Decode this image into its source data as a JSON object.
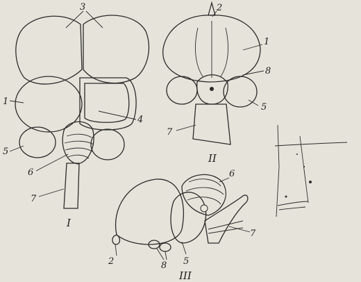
{
  "figure": {
    "views": [
      {
        "numeral": "I"
      },
      {
        "numeral": "II"
      },
      {
        "numeral": "III"
      }
    ],
    "view1_labels": {
      "l1": "1",
      "l3": "3",
      "l4": "4",
      "l5": "5",
      "l6": "6",
      "l7": "7"
    },
    "view2_labels": {
      "l1": "1",
      "l2": "2",
      "l5": "5",
      "l7": "7",
      "l8": "8"
    },
    "view3_labels": {
      "l2": "2",
      "l5": "5",
      "l6": "6",
      "l7": "7",
      "l8": "8"
    },
    "colors": {
      "paper": "#e6e3da",
      "ink": "#2a2a2a",
      "shade": "#bdb9ae"
    }
  }
}
